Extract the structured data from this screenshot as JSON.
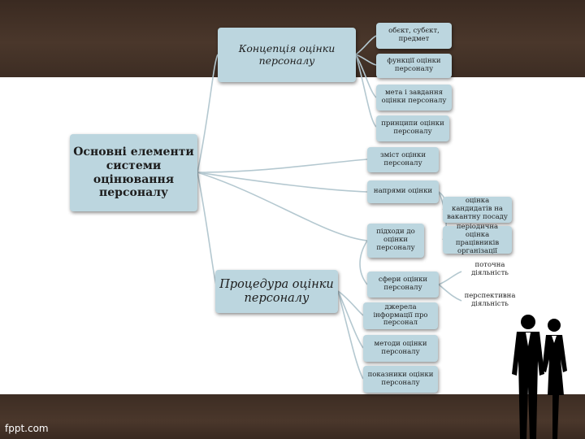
{
  "diagram": {
    "root": "Основні елементи системи оцінювання персоналу",
    "concept": {
      "label": "Концепція оцінки персоналу",
      "items": [
        "обєкт, субєкт, предмет",
        "функції оцінки персоналу",
        "мета і завдання оцінки персоналу",
        "принципи оцінки персоналу"
      ]
    },
    "content": "зміст оцінки персоналу",
    "directions": {
      "label": "напрями оцінки",
      "items": [
        "оцінка кандидатів на вакантну посаду",
        "періодична оцінка працівників організації"
      ]
    },
    "approaches": "підходи до оцінки персоналу",
    "spheres": {
      "label": "сфери оцінки персоналу",
      "items": [
        "поточна діяльність",
        "перспективна діяльність"
      ]
    },
    "procedure": {
      "label": "Процедура оцінки персоналу",
      "items": [
        "джерела інформації про персонал",
        "методи оцінки персоналу",
        "показники оцінки персоналу"
      ]
    }
  },
  "footer": {
    "brand": "fppt.com"
  },
  "colors": {
    "band": "#3d2d23",
    "box": "#bcd6df",
    "connector": "#b4c8d0"
  }
}
